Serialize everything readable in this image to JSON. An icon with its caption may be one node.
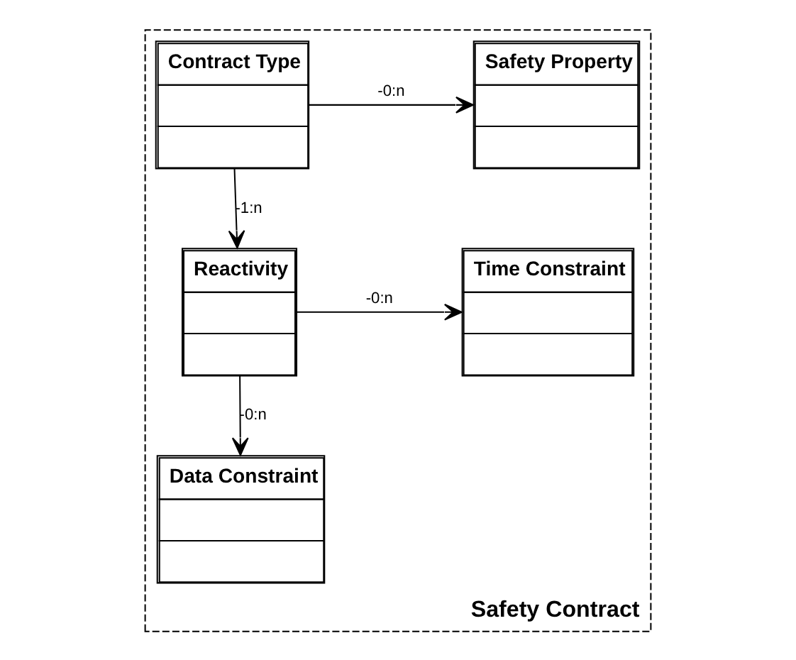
{
  "diagram": {
    "nodes": [
      {
        "text": [
          "Safety Contract"
        ]
      },
      {
        "text": [
          "Contract Type"
        ],
        "in": 0
      },
      {
        "text": [
          "Safety Property"
        ],
        "in": 0
      },
      {
        "text": [
          "Time Constraint"
        ],
        "in": 0
      },
      {
        "text": [
          "Reactivity"
        ],
        "in": 0
      },
      {
        "text": [
          "Data Constraint"
        ],
        "in": 0
      }
    ],
    "edges": [
      {
        "from": 1,
        "to": 2,
        "arrow": "to",
        "label": "-0:n"
      },
      {
        "from": 1,
        "to": 4,
        "arrow": "to",
        "label": "-1:n"
      },
      {
        "from": 4,
        "to": 3,
        "arrow": "to",
        "label": "-0:n"
      },
      {
        "from": 4,
        "to": 5,
        "arrow": "to",
        "label": "-0:n"
      }
    ]
  }
}
